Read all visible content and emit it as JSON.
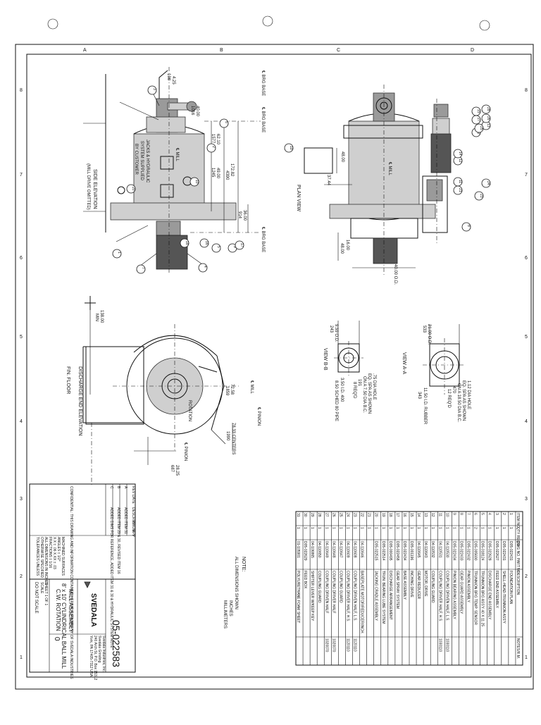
{
  "border": {
    "top_letters": [
      "A",
      "B",
      "C",
      "D"
    ],
    "side_numbers": [
      "8",
      "7",
      "6",
      "5",
      "4",
      "3",
      "2",
      "1"
    ]
  },
  "views": {
    "side_elevation_title": "SIDE ELEVATION",
    "side_elevation_sub": "(MILL DRIVE OMITTED)",
    "plan_view_title": "PLAN VIEW",
    "discharge_end_title": "DISCHARGE END ELEVATION",
    "view_a_title": "VIEW A-A",
    "view_b_title": "VIEW B-B",
    "fin_floor": "FIN. FLOOR",
    "jacks_note": [
      "JACKS & HYDRAULIC",
      "SYSTEM SUPPLIED",
      "BY CUSTOMER"
    ]
  },
  "dimensions": {
    "d_4_25": "4.25",
    "d_108": "108",
    "d_40_00": "40.00",
    "d_1016": "1016",
    "d_62_10": "62.10",
    "d_1577": "1577",
    "d_49_00": "49.00",
    "d_1245": "1245",
    "d_172_82": "172.82",
    "d_4390": "4390",
    "d_36_00": "36.00",
    "d_914": "914",
    "brg_base_1": "℄ BRG BASE",
    "brg_base_2": "℄ BRG BASE",
    "brg_base_3": "℄ BRG BASE",
    "mill_cl": "℄ MILL",
    "d_48_00": "48.00",
    "d_37_44": "37.44",
    "d_16_00": "16.00",
    "d_48_00b": "48.00",
    "d_40_00_od": "40.00 O.D.",
    "d_138_00": "138.00",
    "min": "MIN",
    "d_72_58": "72.58",
    "d_1859": "1859",
    "d_28_25": "28.25",
    "d_687": "687",
    "centers": "78.33 CENTERS",
    "centers_mm": "1990",
    "pinion_cl": "℄ PINION",
    "pinion_cl2": "℄ PINION",
    "rotation": "ROTATION",
    "va_21_00": "21.00 O.D.",
    "va_533": "533",
    "va_hole": "1.12 DIA HOLE",
    "va_eq": "EQ. SPA AS SHOWN",
    "va_bc": "ON A 18.50 DIA B.C.",
    "va_470": "470",
    "va_12reqd": "12 REQ'D",
    "va_rubber": "11.50 I.D. RUBBER",
    "va_343": "343",
    "vb_9_59": "9.59 O.D.",
    "vb_243": "243",
    "vb_hole": ".75 DIA HOLE",
    "vb_eq": "EQ. SPA AS SHOWN",
    "vb_bc": "ON A 7.50 DIA B.C.",
    "vb_191": "191",
    "vb_8reqd": "8 REQ'D",
    "vb_pipe": "8.50 SCHED 80 PIPE",
    "vb_400": "3.50 I.D. 400"
  },
  "bubbles": [
    "1",
    "2",
    "3",
    "4",
    "5",
    "6",
    "7",
    "8",
    "9",
    "10",
    "11",
    "12",
    "13",
    "14",
    "15",
    "16",
    "17",
    "18",
    "19",
    "20",
    "21",
    "22",
    "23",
    "24",
    "25",
    "26",
    "27",
    "28"
  ],
  "note": {
    "title": "NOTE:",
    "line1": "ALL DIMENSIONS SHOWN",
    "line2": "INCHES",
    "line3": "MILLIMETERS"
  },
  "bom": {
    "headers": [
      "ITEM NO.",
      "QTY REQ'D",
      "DWG NO. PART NO.",
      "DESCRIPTION",
      "NOTES/R.M."
    ],
    "rows": [
      [
        "1",
        "1",
        "D05-022431",
        "FOUNDATION PLAN",
        ""
      ],
      [
        "2",
        "1",
        "D05-022431",
        "SHELL-HEAD-TRUNNION ASS'Y",
        ""
      ],
      [
        "3",
        "1",
        "D05-022627",
        "FEED END ASSEMBLY",
        ""
      ],
      [
        "4",
        "1",
        "D05-022628",
        "DISCHARGE END ASSEMBLY",
        ""
      ],
      [
        "5",
        "1",
        "D05-018124",
        "TRUNNION BRG ASS'Y 40 X 11.25",
        ""
      ],
      [
        "6",
        "2",
        "D05-005690",
        "TRUNNION BRG TEMP. SENSOR",
        ""
      ],
      [
        "7",
        "1",
        "D05-022432",
        "PINION ASSEMBLY",
        ""
      ],
      [
        "8",
        "1",
        "D05-022433",
        "GEAR GUARD ASSEMBLY",
        ""
      ],
      [
        "9",
        "1",
        "D05-022434",
        "PINION BEARING ASSEMBLY",
        ""
      ],
      [
        "10",
        "1",
        "04-110530",
        "COUPLING DRIVEN HALF, L.S.",
        "1030110"
      ],
      [
        "11",
        "1",
        "04-110531",
        "COUPLING DRIVER HALF, H.S.",
        "1030110"
      ],
      [
        "12",
        "1",
        "04-110532",
        "COUPLING GUARD",
        ""
      ],
      [
        "13",
        "1",
        "04-110643",
        "MOTOR, DRIVE",
        ""
      ],
      [
        "14",
        "1",
        "04-110645",
        "GEAR REDUCER",
        ""
      ],
      [
        "15",
        "1",
        "D05-001196",
        "INCHING DRIVE",
        ""
      ],
      [
        "16",
        "1",
        "D05-022434",
        "BASE ASSEMBLY",
        ""
      ],
      [
        "17",
        "1",
        "D05-022458",
        "GEAR SPRAY SYSTEM",
        ""
      ],
      [
        "18",
        "1",
        "D05-000495",
        "DISCHARGE ARRANGEMENT",
        ""
      ],
      [
        "19",
        "1",
        "D05-022514",
        "TRUN. BEARING LUBE SYSTEM",
        ""
      ],
      [
        "20",
        "1",
        "D05-022515",
        "JACKING CRADLE ASSEMBLY",
        ""
      ],
      [
        "21",
        "1",
        "",
        "",
        ""
      ],
      [
        "22",
        "1",
        "04-110646",
        "BASEPLATE MOTOR/REDUCER/INCH.",
        ""
      ],
      [
        "23",
        "1",
        "04-110608",
        "COUPLING DRIVEN HALF, L.S.",
        "1120110"
      ],
      [
        "24",
        "1",
        "04-110609",
        "COUPLING DRIVER HALF, H.S.",
        "1120110"
      ],
      [
        "25",
        "1",
        "04-110647",
        "COUPLING GUARD",
        ""
      ],
      [
        "26",
        "1",
        "04-110648",
        "COUPLING DRIVER HALF",
        "1020070"
      ],
      [
        "27",
        "1",
        "04-110649",
        "COUPLING DRIVEN HALF",
        "1020070"
      ],
      [
        "28",
        "1",
        "04-110650",
        "COUPLING GUARD",
        ""
      ],
      [
        "29",
        "1",
        "04-106865",
        "SHIFTER LEVER W/KEEP KEY",
        ""
      ],
      [
        "30",
        "1",
        "D05-022629",
        "FEED BOX",
        ""
      ],
      [
        "31",
        "1",
        "01-105901",
        "POLYURETHANE FOAM SHEET",
        ""
      ]
    ]
  },
  "revisions": {
    "headers": [
      "REV",
      "DATE",
      "DESCRIPTION",
      "BY",
      "APP"
    ],
    "rows": [
      [
        "A",
        "",
        "ADDED ITEM 31",
        "",
        ""
      ],
      [
        "B",
        "",
        "ADDED ITEM 29 & 30, REVISED ITEM 16",
        "",
        ""
      ],
      [
        "C",
        "",
        "ADDED DIMS FOR REFERENCE, ADDED ITEM 31 & 30 & HYDRAULIC SYSTEM NOTE",
        "",
        ""
      ]
    ]
  },
  "tolerances": {
    "l1": "TOLERANCES UNLESS",
    "l2": "OTHERWISE SPECIFIED",
    "l3": "ALL DIMENSIONS IN INCHES",
    "l4": "FRACTIONS ± 1/16",
    "l5": "X.X ± .06  X.XX ± .03",
    "l6": "ANGLES ± 1/2°",
    "l7": "MACHINED SURFACES",
    "confidential": "CONFIDENTIAL: THIS DRAWING AND INFORMATION CONTAINED HEREIN IS PROPERTY OF SVEDALA INDUSTRIES"
  },
  "title_block": {
    "company": "SVEDALA",
    "division": "Svedala Grinding",
    "company_full": "Svedala Industries, Inc.",
    "address1": "240 Arch St, P.O. Box 15312",
    "address2": "York, PA 17405-7312 USA",
    "title1": "MILL ASSEMBLY",
    "title2": "8' x 10' CYLINDRICAL BALL MILL",
    "title3": "C.W. ROTATION",
    "dwg_no": "05-022583",
    "rev": "0",
    "do_not_scale": "DO NOT SCALE",
    "scale_label": "SCALE",
    "sheet": "SHEET 1 OF 1"
  },
  "colors": {
    "ink": "#111111",
    "steel": "#9a9a9a",
    "light_steel": "#cfcfcf"
  }
}
